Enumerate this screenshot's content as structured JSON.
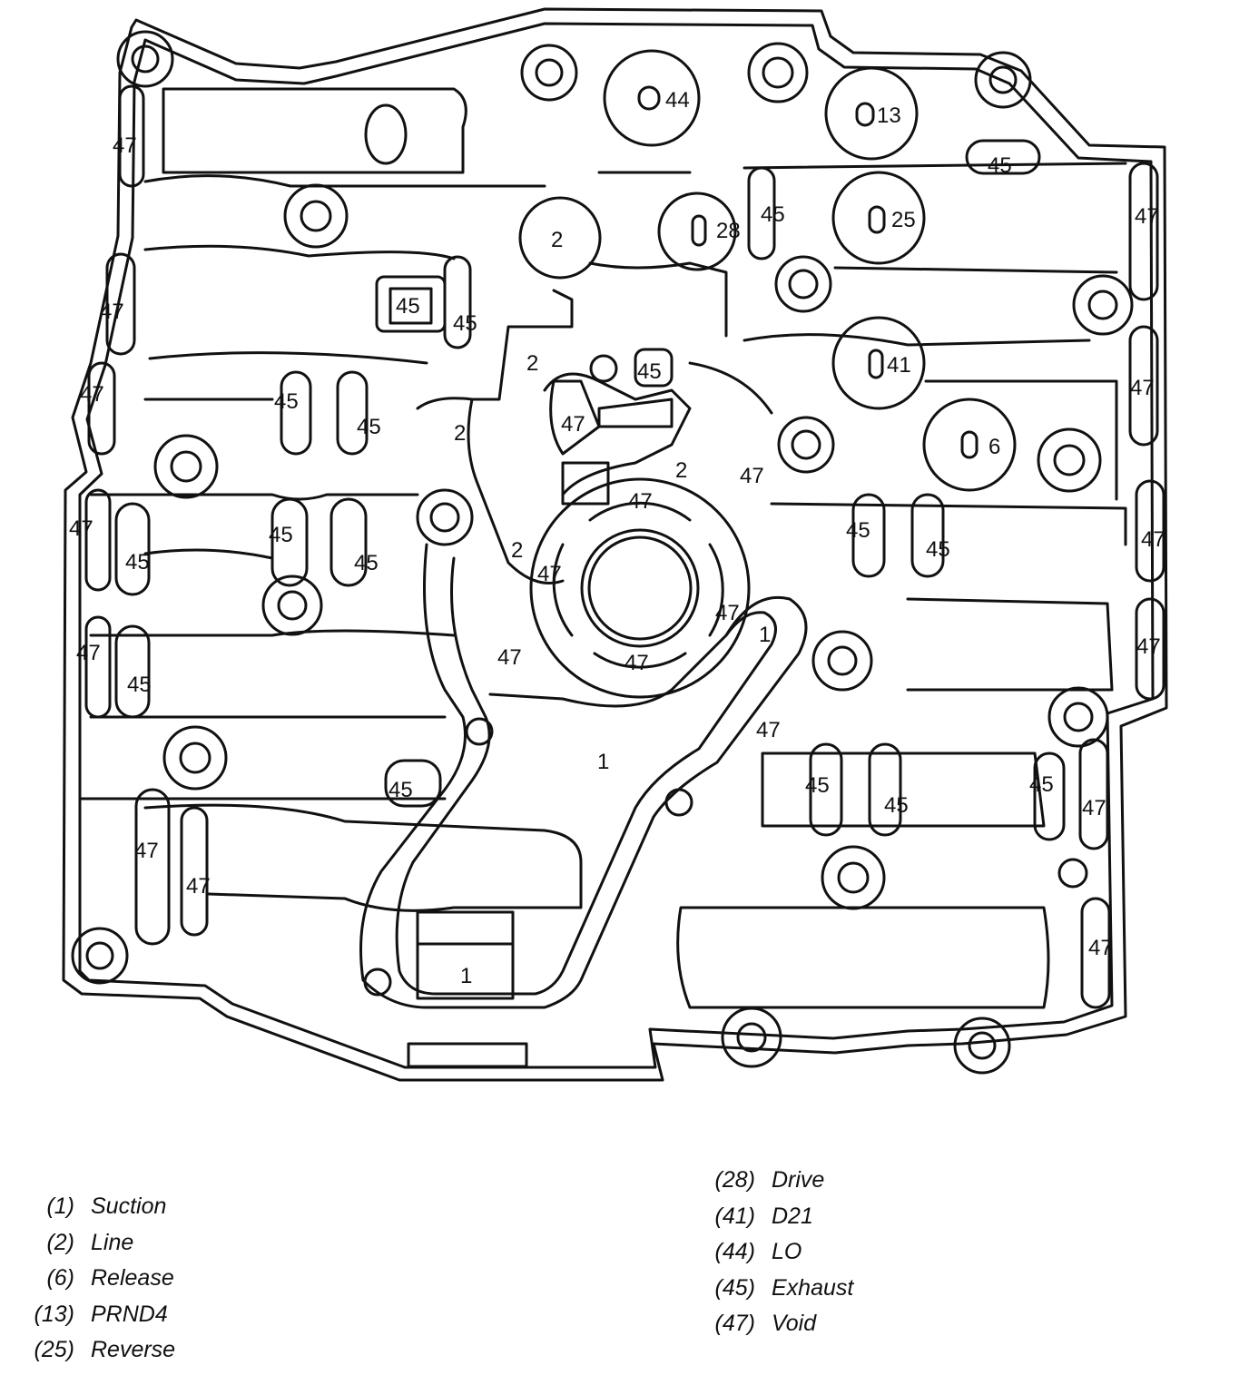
{
  "diagram": {
    "passage_labels": {
      "suction": "1",
      "line": "2",
      "release": "6",
      "prnd4": "13",
      "reverse": "25",
      "drive": "28",
      "d21": "41",
      "lo": "44",
      "exhaust": "45",
      "void": "47"
    }
  },
  "legend": {
    "left": [
      {
        "code": "(1)",
        "name": "Suction"
      },
      {
        "code": "(2)",
        "name": "Line"
      },
      {
        "code": "(6)",
        "name": "Release"
      },
      {
        "code": "(13)",
        "name": "PRND4"
      },
      {
        "code": "(25)",
        "name": "Reverse"
      }
    ],
    "right": [
      {
        "code": "(28)",
        "name": "Drive"
      },
      {
        "code": "(41)",
        "name": "D21"
      },
      {
        "code": "(44)",
        "name": "LO"
      },
      {
        "code": "(45)",
        "name": "Exhaust"
      },
      {
        "code": "(47)",
        "name": "Void"
      }
    ]
  }
}
